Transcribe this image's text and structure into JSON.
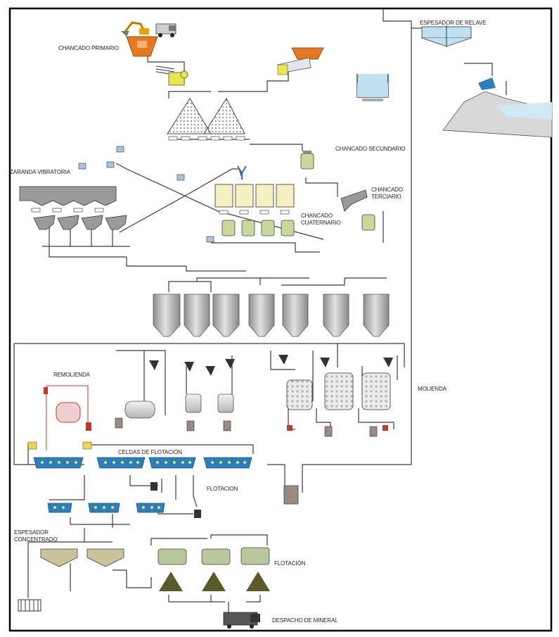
{
  "labels": {
    "chancado_primario": "CHANCADO PRIMARIO",
    "espesador_relave": "ESPESADOR DE RELAVE",
    "chancado_secundario": "CHANCADO SECUNDARIO",
    "zaranda_vibratoria": "ZARANDA VIBRATORIA",
    "chancado_terciario": "CHANCADO TERCIARIO",
    "chancado_cuaternario": "CHANCADO CUATERNARIO",
    "remolienda": "REMOLIENDA",
    "molienda": "MOLIENDA",
    "celdas_flotacion": "CELDAS DE FLOTACIÓN",
    "flotacion": "FLOTACION",
    "espesador_concentrado": "ESPESADOR CONCENTRADO",
    "filtracion": "FLOTACIÓN",
    "despacho_mineral": "DESPACHO DE MINERAL"
  },
  "colors": {
    "line": "#3a3a3a",
    "border": "#000000",
    "hopper_orange": "#e87722",
    "crusher_yellow": "#e8e84a",
    "screen_gray": "#9a9a9a",
    "bin_pale": "#f4f1c0",
    "cone_green": "#c8d89a",
    "silo_gray": "#b8b8b8",
    "flot_blue": "#2a7fbf",
    "remolienda_red": "#c0392b",
    "thickener_olive": "#c9c39a",
    "tailings_blue": "#bfe0f0",
    "pile_olive": "#5a5a28"
  },
  "icons": [
    "excavator-icon",
    "truck-icon",
    "hopper-icon",
    "jaw-crusher-icon",
    "cone-crusher-icon",
    "stockpile-icon",
    "vibrating-screen-icon",
    "bin-icon",
    "silo-icon",
    "ball-mill-icon",
    "cyclone-icon",
    "pump-icon",
    "flotation-cell-icon",
    "thickener-icon",
    "filter-icon",
    "concentrate-pile-icon",
    "tailings-dam-icon"
  ]
}
